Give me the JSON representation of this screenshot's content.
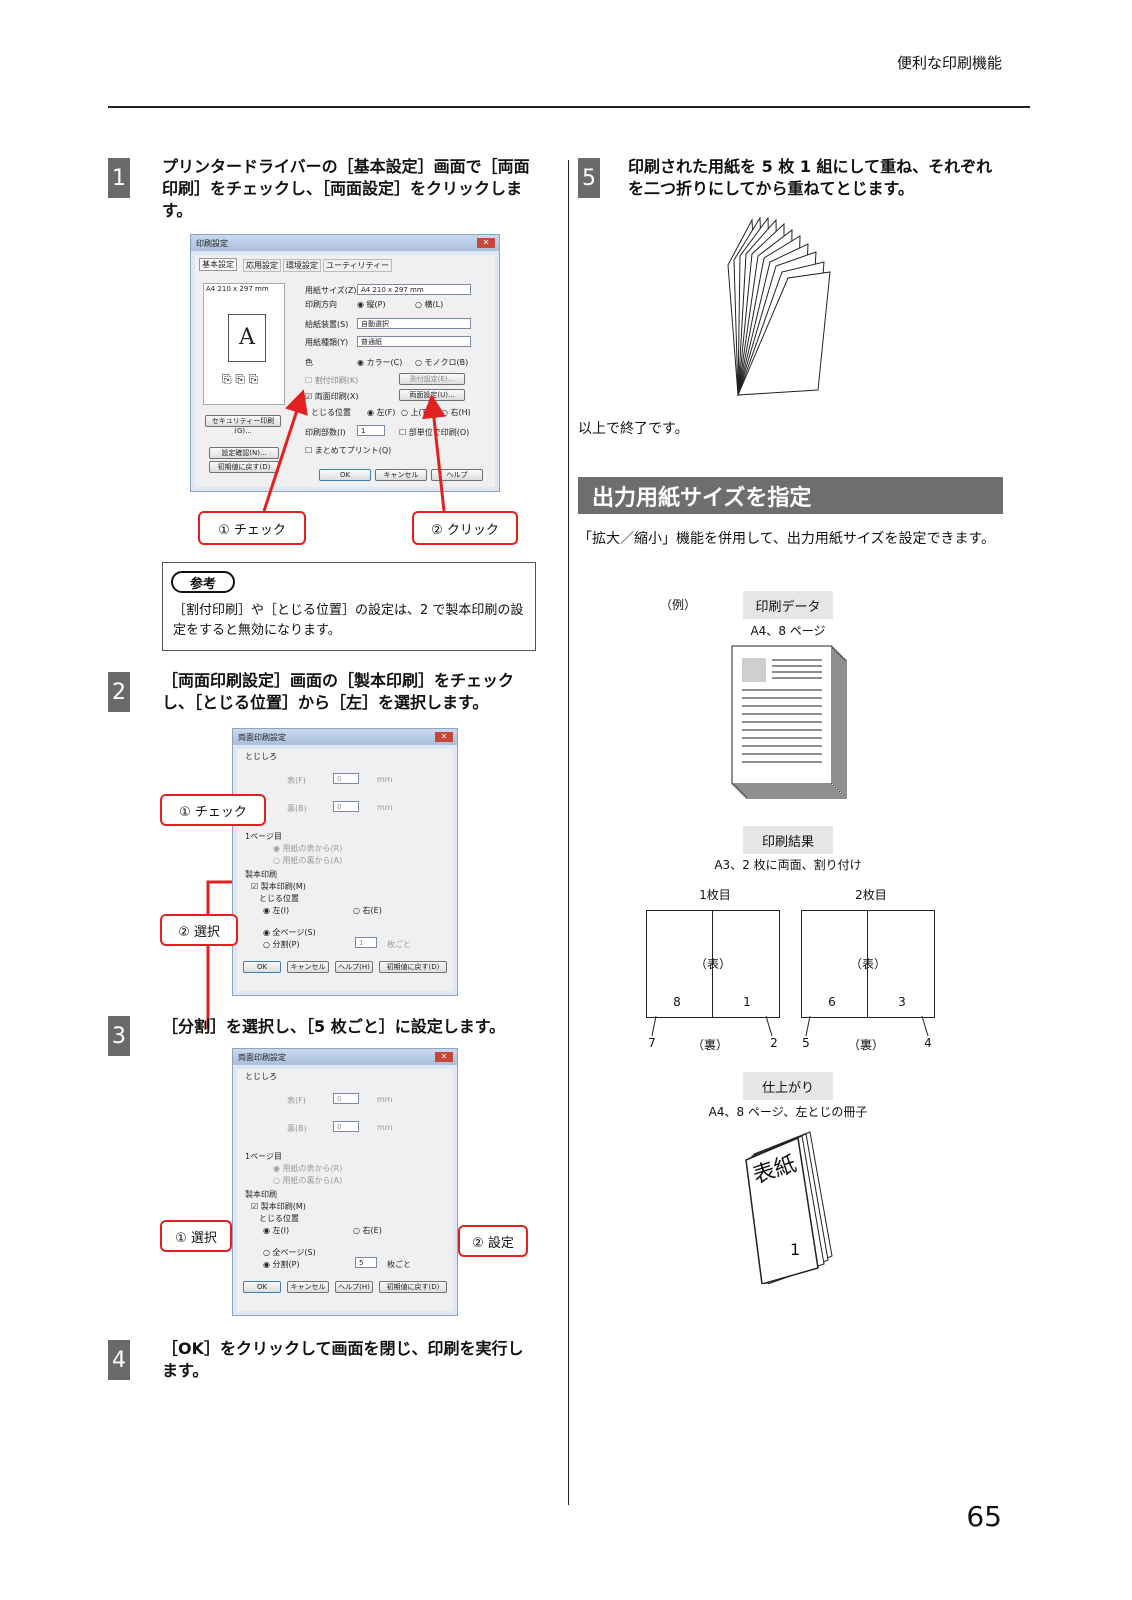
{
  "header": {
    "title": "便利な印刷機能",
    "page_number": "65"
  },
  "steps": [
    {
      "num": "1",
      "text": "プリンタードライバーの［基本設定］画面で［両面印刷］をチェックし、［両面設定］をクリックします。"
    },
    {
      "num": "2",
      "text": "［両面印刷設定］画面の［製本印刷］をチェックし、［とじる位置］から［左］を選択します。"
    },
    {
      "num": "3",
      "text": "［分割］を選択し、［5 枚ごと］に設定します。"
    },
    {
      "num": "4",
      "text": "［OK］をクリックして画面を閉じ、印刷を実行します。"
    },
    {
      "num": "5",
      "text": "印刷された用紙を 5 枚 1 組にして重ね、それぞれを二つ折りにしてから重ねてとじます。"
    }
  ],
  "dialog1": {
    "title": "印刷設定",
    "close": "✕",
    "tabs": [
      "基本設定",
      "応用設定",
      "環境設定",
      "ユーティリティー"
    ],
    "preview_size": "A4 210 x 297 mm",
    "preview_letter": "A",
    "labels": {
      "paper_size": "用紙サイズ(Z)",
      "orientation": "印刷方向",
      "source": "給紙装置(S)",
      "paper_type": "用紙種類(Y)",
      "color": "色",
      "nup": "割付印刷(K)",
      "duplex": "両面印刷(X)",
      "binding": "とじる位置",
      "copies": "印刷部数(I)",
      "collate": "部単位で印刷(O)",
      "preview_chk": "まとめてプリント(Q)"
    },
    "values": {
      "paper_size": "A4 210 x 297 mm",
      "portrait": "縦(P)",
      "landscape": "横(L)",
      "source": "自動選択",
      "paper_type": "普通紙",
      "color": "カラー(C)",
      "mono": "モノクロ(B)",
      "left": "左(F)",
      "top": "上(T)",
      "right": "右(H)",
      "copies": "1"
    },
    "buttons": {
      "security": "セキュリティー印刷(G)...",
      "confirm": "設定確認(N)...",
      "reset": "初期値に戻す(D)",
      "nup_settings": "割付設定(E)...",
      "duplex_settings": "両面設定(U)...",
      "ok": "OK",
      "cancel": "キャンセル",
      "help": "ヘルプ"
    }
  },
  "dialog2": {
    "title": "両面印刷設定",
    "close": "✕",
    "margin": "とじしろ",
    "front": "表(F)",
    "back": "裏(B)",
    "zero": "0",
    "mm": "mm",
    "page1": "1ページ目",
    "page1_front": "用紙の表から(R)",
    "page1_back": "用紙の裏から(A)",
    "booklet": "製本印刷",
    "booklet_chk": "製本印刷(M)",
    "binding": "とじる位置",
    "left": "左(I)",
    "right": "右(E)",
    "all_pages": "全ページ(S)",
    "split": "分割(P)",
    "split_value_2": "1",
    "split_value_3": "5",
    "per": "枚ごと",
    "buttons": {
      "ok": "OK",
      "cancel": "キャンセル",
      "help": "ヘルプ(H)",
      "reset": "初期値に戻す(D)"
    }
  },
  "callouts": {
    "check": "① チェック",
    "click": "② クリック",
    "select1": "① 選択",
    "select2": "② 選択",
    "set": "② 設定"
  },
  "note": {
    "badge": "参考",
    "text": "［割付印刷］や［とじる位置］の設定は、2 で製本印刷の設定をすると無効になります。"
  },
  "right": {
    "done": "以上で終了です。",
    "section_title": "出力用紙サイズを指定",
    "section_text": "「拡大／縮小」機能を併用して、出力用紙サイズを設定できます。",
    "example": "（例）",
    "print_data": "印刷データ",
    "print_data_cap": "A4、8 ページ",
    "print_result": "印刷結果",
    "print_result_cap": "A3、2 枚に両面、割り付け",
    "sheet1": "1枚目",
    "sheet2": "2枚目",
    "front": "（表）",
    "back": "（裏）",
    "s1_left": "8",
    "s1_right": "1",
    "s1_bl": "7",
    "s1_br": "2",
    "s2_left": "6",
    "s2_right": "3",
    "s2_bl": "5",
    "s2_br": "4",
    "finished": "仕上がり",
    "finished_cap": "A4、8 ページ、左とじの冊子",
    "cover": "表紙",
    "cover_num": "1"
  }
}
